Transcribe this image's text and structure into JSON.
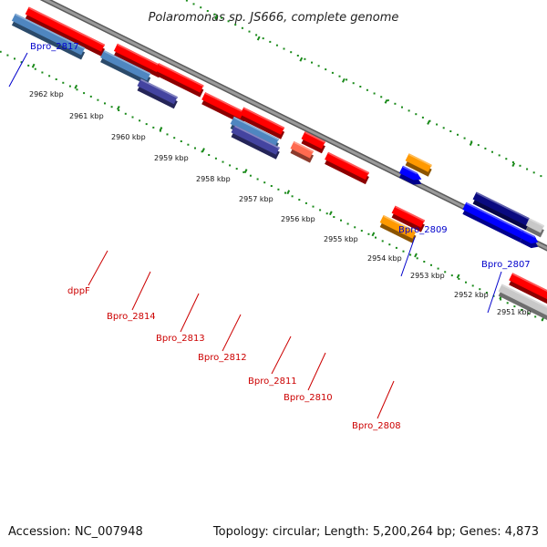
{
  "title": "Polaromonas sp. JS666, complete genome",
  "footer": {
    "accession": "Accession: NC_007948",
    "summary": "Topology: circular; Length: 5,200,264 bp; Genes: 4,873"
  },
  "colors": {
    "forward": "#ff0000",
    "forward_light": "#ff6a50",
    "reverse": "#0000ff",
    "operon_blue": "#4f86c0",
    "navy": "#0a0a80",
    "purple": "#4444a0",
    "orange": "#ff9900",
    "grey": "#c8c8c8",
    "backbone": "#808080",
    "dots": "#1a8a1a",
    "label_blue": "#0000cc",
    "label_red": "#cc0000"
  },
  "ruler_labels": [
    "2962 kbp",
    "2961 kbp",
    "2960 kbp",
    "2959 kbp",
    "2958 kbp",
    "2957 kbp",
    "2956 kbp",
    "2955 kbp",
    "2954 kbp",
    "2953 kbp",
    "2952 kbp",
    "2951 kbp"
  ],
  "gene_labels": [
    {
      "text": "Bpro_2817",
      "color": "label_blue"
    },
    {
      "text": "Bpro_2809",
      "color": "label_blue"
    },
    {
      "text": "Bpro_2807",
      "color": "label_blue"
    },
    {
      "text": "dppF",
      "color": "label_red"
    },
    {
      "text": "Bpro_2814",
      "color": "label_red"
    },
    {
      "text": "Bpro_2813",
      "color": "label_red"
    },
    {
      "text": "Bpro_2812",
      "color": "label_red"
    },
    {
      "text": "Bpro_2811",
      "color": "label_red"
    },
    {
      "text": "Bpro_2810",
      "color": "label_red"
    },
    {
      "text": "Bpro_2808",
      "color": "label_red"
    }
  ]
}
